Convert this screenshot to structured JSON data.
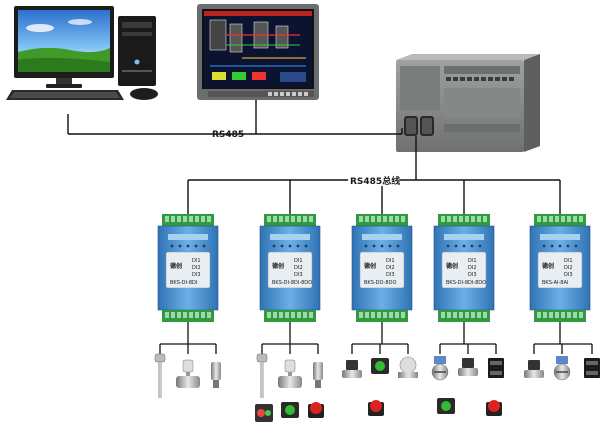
{
  "bus": {
    "top_label": "RS485",
    "field_label": "RS485总线"
  },
  "devices": {
    "pc": {
      "name": "desktop-computer"
    },
    "hmi": {
      "name": "touch-panel-display"
    },
    "plc": {
      "name": "plc-controller"
    }
  },
  "modules": [
    {
      "brand": "德创",
      "model": "BKS-DI-8DI",
      "channels": [
        "DI1",
        "DI2",
        "DI3"
      ]
    },
    {
      "brand": "德创",
      "model": "BKS-DI-8DI-8DO",
      "channels": [
        "DI1",
        "DI2",
        "DI3"
      ]
    },
    {
      "brand": "德创",
      "model": "BKS-DO-8DO",
      "channels": [
        "DI1",
        "DI2",
        "DI3"
      ]
    },
    {
      "brand": "德创",
      "model": "BKS-DI-8DI-8DO",
      "channels": [
        "DI1",
        "DI2",
        "DI3"
      ]
    },
    {
      "brand": "德创",
      "model": "BKS-AI-8AI",
      "channels": [
        "DI1",
        "DI2",
        "DI3"
      ]
    }
  ],
  "colors": {
    "module_body": "#4a90c8",
    "module_terminal": "#3aa64a",
    "plc_body": "#8a8d8c",
    "wire": "#111111",
    "screen_sky": "#3f8fe0",
    "screen_grass": "#3f9a2a"
  },
  "sensor_groups": [
    {
      "icons": [
        "thermocouple-icon",
        "flowmeter-icon",
        "pressure-transmitter-icon"
      ]
    },
    {
      "icons": [
        "thermocouple-icon",
        "flowmeter-icon",
        "pressure-transmitter-icon",
        "signal-lamp-icon",
        "push-button-icon",
        "emergency-stop-icon"
      ]
    },
    {
      "icons": [
        "solenoid-valve-icon",
        "push-button-icon",
        "motorized-valve-icon",
        "emergency-stop-icon"
      ]
    },
    {
      "icons": [
        "butterfly-valve-icon",
        "solenoid-valve-icon",
        "contactor-icon",
        "push-button-icon",
        "emergency-stop-icon"
      ]
    },
    {
      "icons": [
        "solenoid-valve-icon",
        "butterfly-valve-icon",
        "contactor-icon"
      ]
    }
  ]
}
